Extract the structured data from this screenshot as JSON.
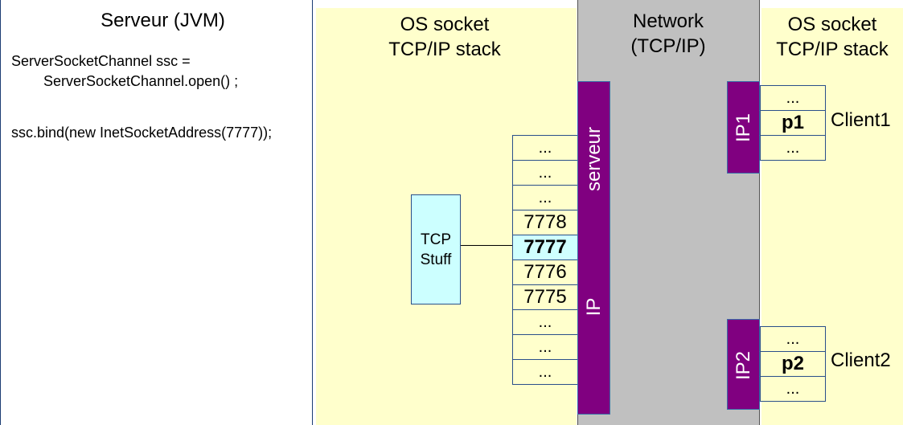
{
  "jvm": {
    "title": "Serveur (JVM)",
    "code_line1": "ServerSocketChannel ssc =",
    "code_line2": "        ServerSocketChannel.open() ;",
    "code_line3": "ssc.bind(new InetSocketAddress(7777));"
  },
  "server_os": {
    "title_line1": "OS socket",
    "title_line2": "TCP/IP stack",
    "tcp_line1": "TCP",
    "tcp_line2": "Stuff",
    "ports": [
      "...",
      "...",
      "...",
      "7778",
      "7777",
      "7776",
      "7775",
      "...",
      "...",
      "..."
    ],
    "bound_port": "7777",
    "bar_label_top": "serveur",
    "bar_label_bottom": "IP"
  },
  "network": {
    "title_line1": "Network",
    "title_line2": "(TCP/IP)"
  },
  "client_os": {
    "title_line1": "OS socket",
    "title_line2": "TCP/IP stack"
  },
  "client1": {
    "label": "Client1",
    "ip_label": "IP1",
    "ports": [
      "...",
      "p1",
      "..."
    ]
  },
  "client2": {
    "label": "Client2",
    "ip_label": "IP2",
    "ports": [
      "...",
      "p2",
      "..."
    ]
  },
  "colors": {
    "os_bg": "#ffffcc",
    "network_bg": "#c0c0c0",
    "ip_bar": "#800080",
    "highlight_cell": "#cfffff",
    "tcp_box": "#ccffff"
  }
}
